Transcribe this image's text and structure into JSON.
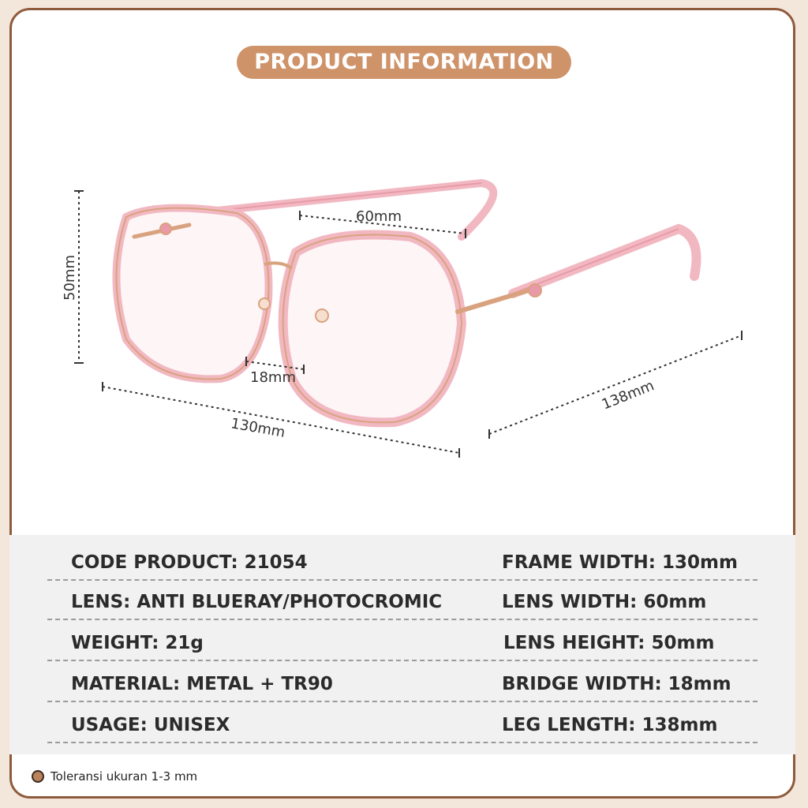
{
  "header": {
    "title": "PRODUCT INFORMATION"
  },
  "dimensions": {
    "lens_width": "60mm",
    "lens_height": "50mm",
    "bridge_width": "18mm",
    "frame_width": "130mm",
    "leg_length": "138mm"
  },
  "specs": {
    "rows": [
      {
        "left": "CODE PRODUCT: 21054",
        "right": "FRAME WIDTH: 130mm"
      },
      {
        "left": "LENS: ANTI BLUERAY/PHOTOCROMIC",
        "right": "LENS WIDTH: 60mm"
      },
      {
        "left": "WEIGHT: 21g",
        "right": "LENS HEIGHT: 50mm"
      },
      {
        "left": "MATERIAL: METAL + TR90",
        "right": "BRIDGE WIDTH: 18mm"
      },
      {
        "left": "USAGE: UNISEX",
        "right": "LEG LENGTH: 138mm"
      }
    ]
  },
  "footer": {
    "note": "Toleransi ukuran 1-3 mm"
  },
  "colors": {
    "accent": "#cf936a",
    "border": "#8f5a3c",
    "frame_pink": "#f2b8c2",
    "rose_gold": "#d9a27f"
  }
}
